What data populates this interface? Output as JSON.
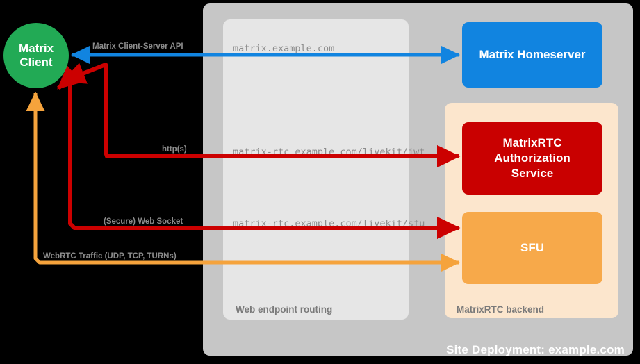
{
  "diagram": {
    "title": "Site Deployment: example.com",
    "colors": {
      "background": "#000000",
      "site_deployment": "#c6c6c6",
      "web_endpoint_routing": "#e6e6e6",
      "matrixrtc_backend": "#fce6cd",
      "matrix_client": "#22aa55",
      "matrix_homeserver": "#1184e0",
      "auth_service": "#c90000",
      "sfu": "#f7a94a",
      "arrow_blue": "#1184e0",
      "arrow_red": "#cc0000",
      "arrow_orange": "#f5a33c",
      "label_grey": "#8c8c8c"
    }
  },
  "containers": {
    "site_deployment_label": "Site Deployment: example.com",
    "web_endpoint_routing_label": "Web endpoint routing",
    "matrixrtc_backend_label": "MatrixRTC backend"
  },
  "nodes": {
    "matrix_client": "Matrix\nClient",
    "matrix_client_line1": "Matrix",
    "matrix_client_line2": "Client",
    "matrix_homeserver": "Matrix Homeserver",
    "auth_service_line1": "MatrixRTC",
    "auth_service_line2": "Authorization",
    "auth_service_line3": "Service",
    "sfu": "SFU"
  },
  "endpoints": [
    {
      "id": "matrix",
      "text": "matrix.example.com"
    },
    {
      "id": "jwt",
      "text": "matrix-rtc.example.com/livekit/jwt"
    },
    {
      "id": "sfu",
      "text": "matrix-rtc.example.com/livekit/sfu"
    }
  ],
  "connections": [
    {
      "id": "csapi",
      "label": "Matrix Client-Server API",
      "color": "#1184e0",
      "direction": "bidirectional",
      "endpoint": "matrix.example.com"
    },
    {
      "id": "https",
      "label": "http(s)",
      "color": "#cc0000",
      "direction": "bidirectional",
      "endpoint": "matrix-rtc.example.com/livekit/jwt"
    },
    {
      "id": "ws",
      "label": "(Secure) Web Socket",
      "color": "#cc0000",
      "direction": "bidirectional",
      "endpoint": "matrix-rtc.example.com/livekit/sfu"
    },
    {
      "id": "webrtc",
      "label": "WebRTC Traffic (UDP, TCP, TURNs)",
      "color": "#f5a33c",
      "direction": "bidirectional",
      "endpoint": ""
    }
  ]
}
